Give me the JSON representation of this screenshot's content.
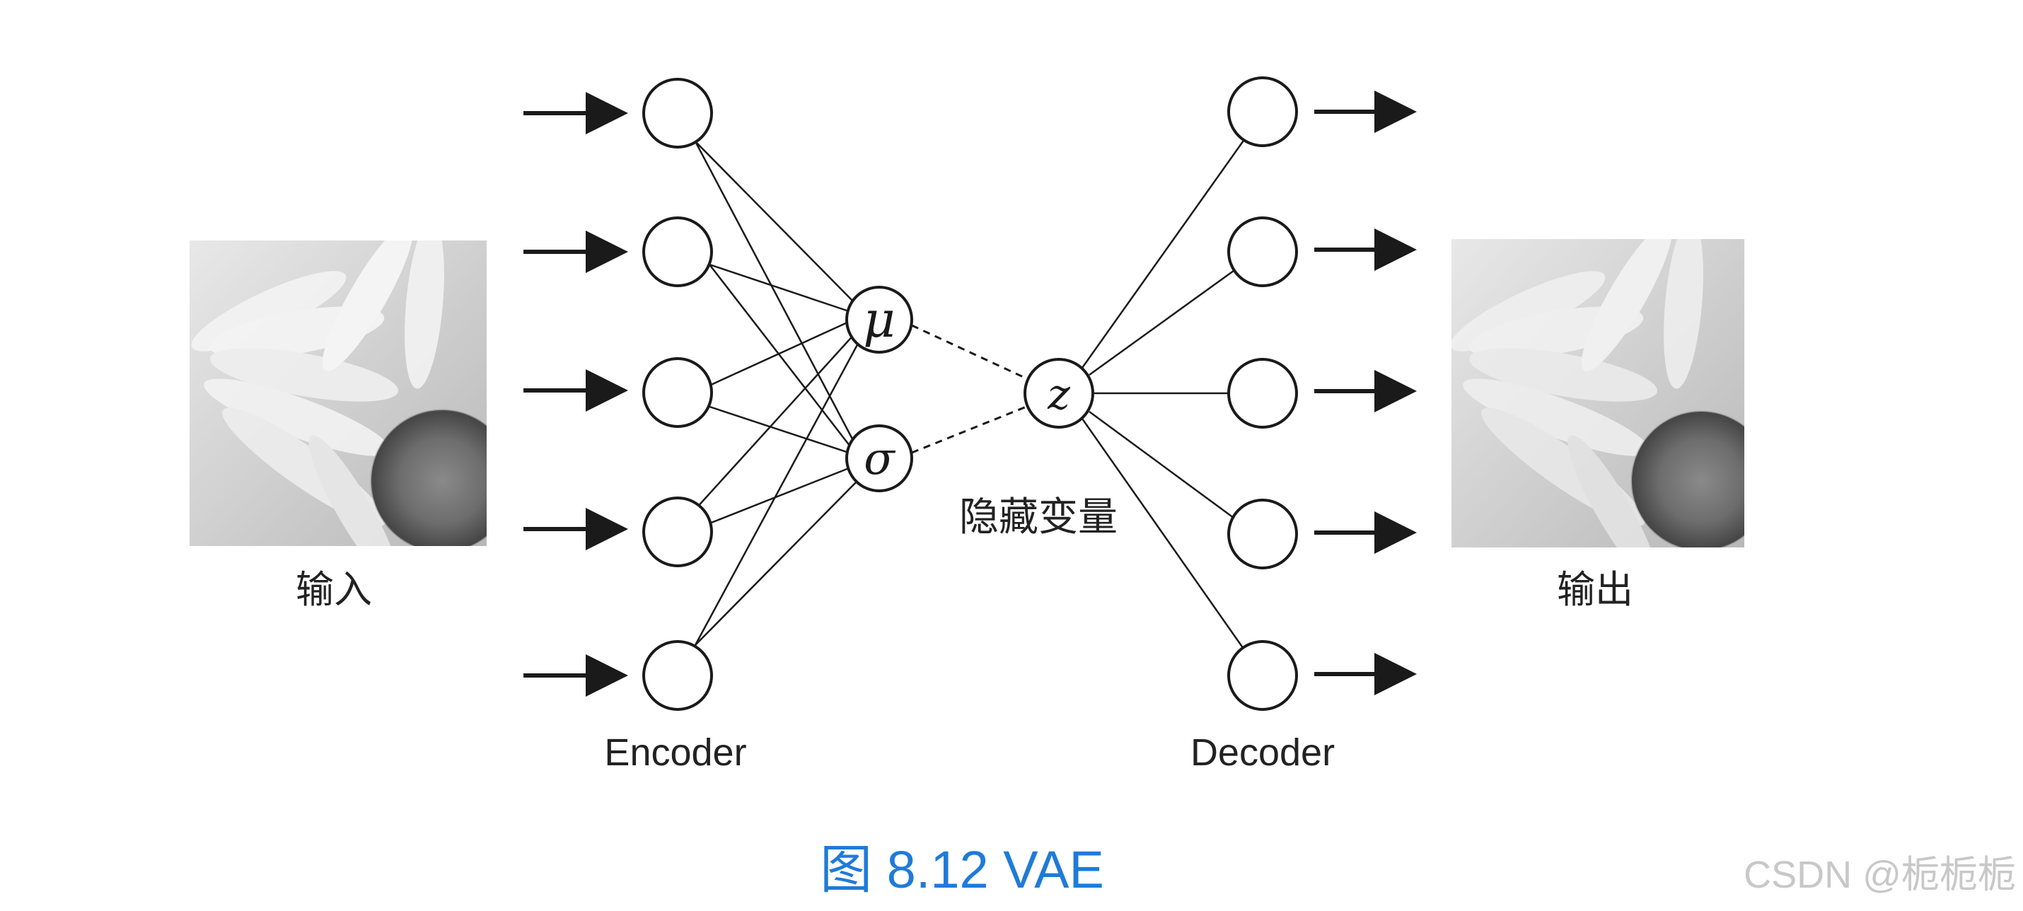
{
  "diagram": {
    "input_label": "输入",
    "output_label": "输出",
    "encoder_label": "Encoder",
    "decoder_label": "Decoder",
    "latent_label": "隐藏变量",
    "mu_symbol": "μ",
    "sigma_symbol": "σ",
    "z_symbol": "z",
    "caption": "图 8.12   VAE",
    "watermark": "CSDN @栀栀栀"
  },
  "colors": {
    "line": "#1a1a1a",
    "caption": "#1f7bd8",
    "watermark": "#c8c8c8",
    "label": "#222222"
  }
}
